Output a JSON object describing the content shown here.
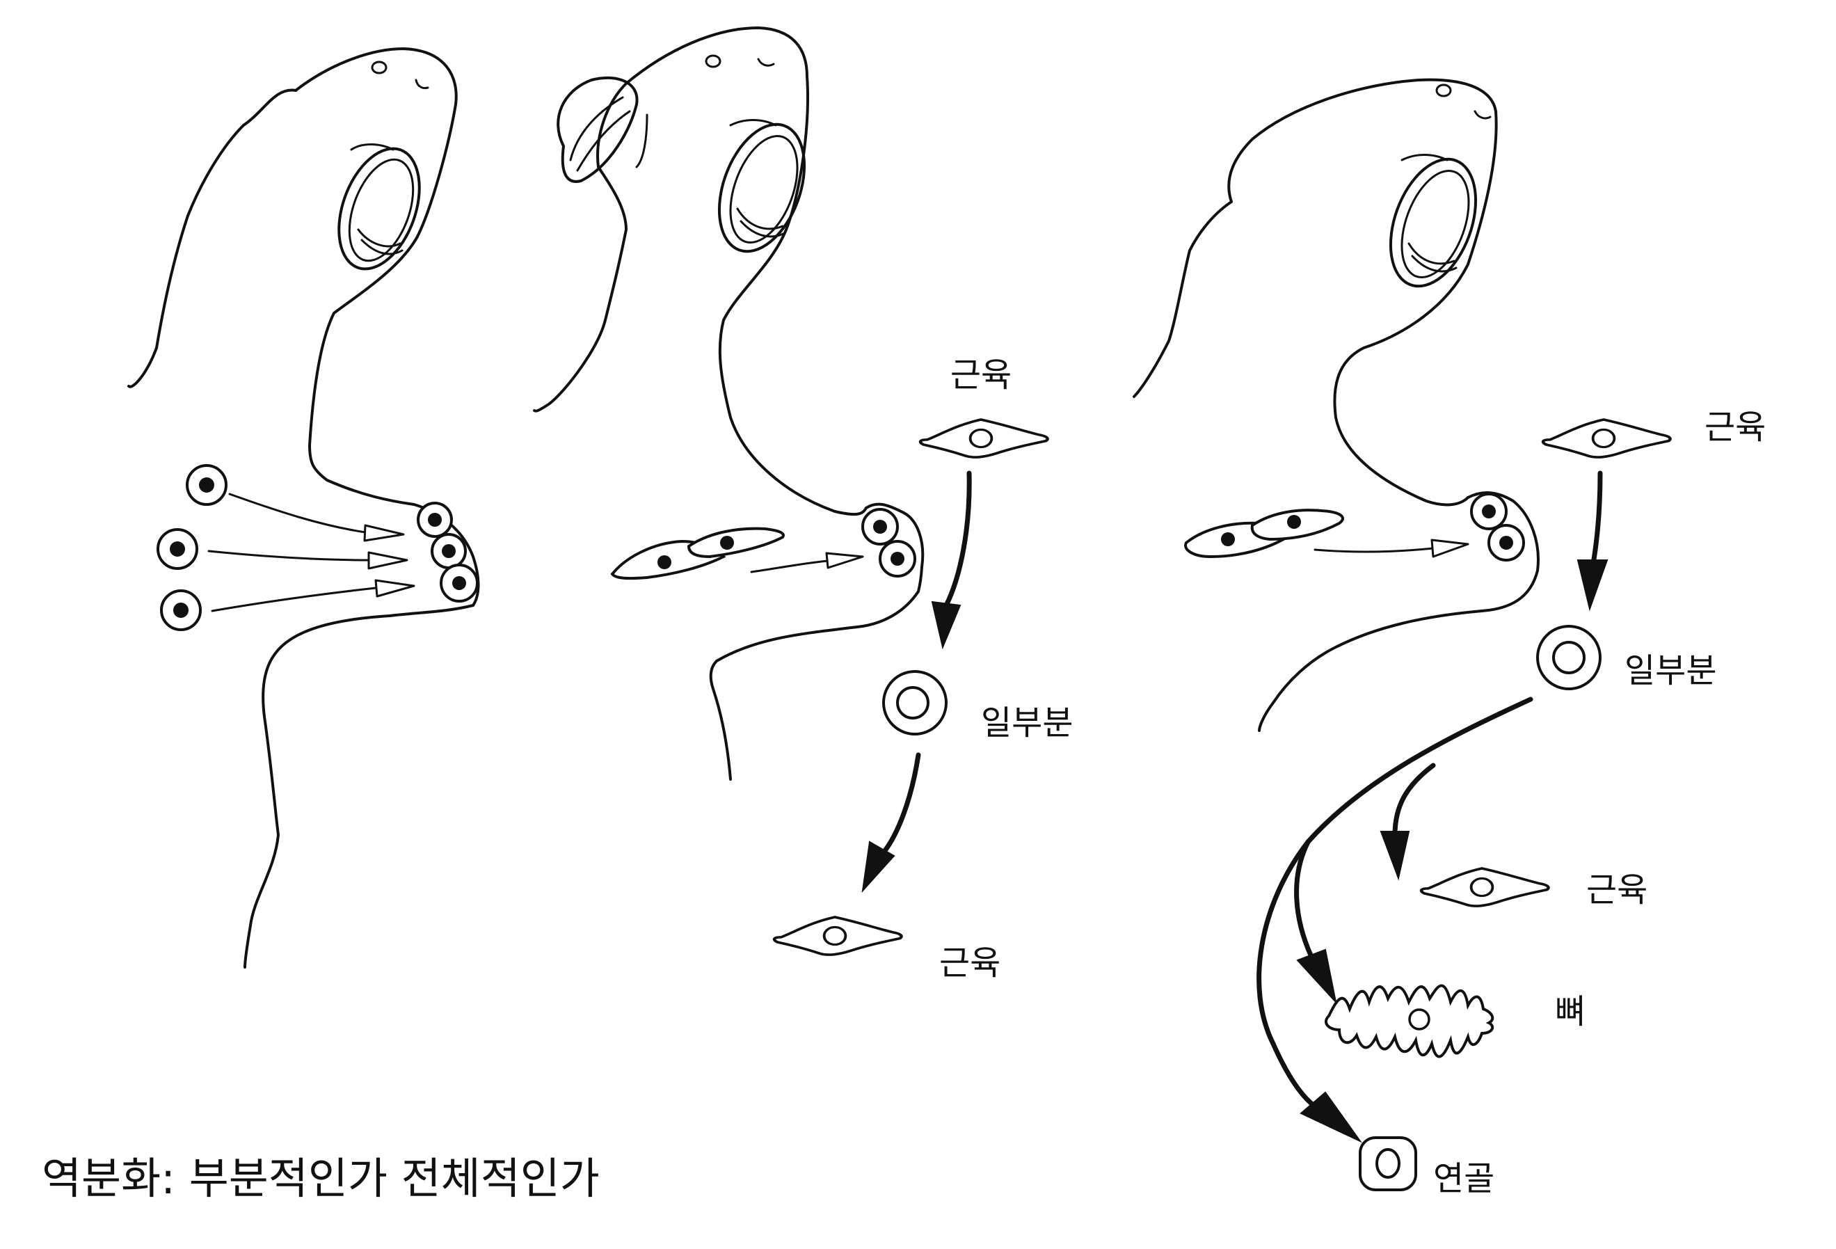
{
  "caption": "역분화: 부분적인가 전체적인가",
  "labels": {
    "p2_top": "근육",
    "p2_mid": "일부분",
    "p2_bottom": "근육",
    "p3_top": "근육",
    "p3_mid": "일부분",
    "p3_muscle": "근육",
    "p3_bone": "뼈",
    "p3_cartilage": "연골"
  }
}
